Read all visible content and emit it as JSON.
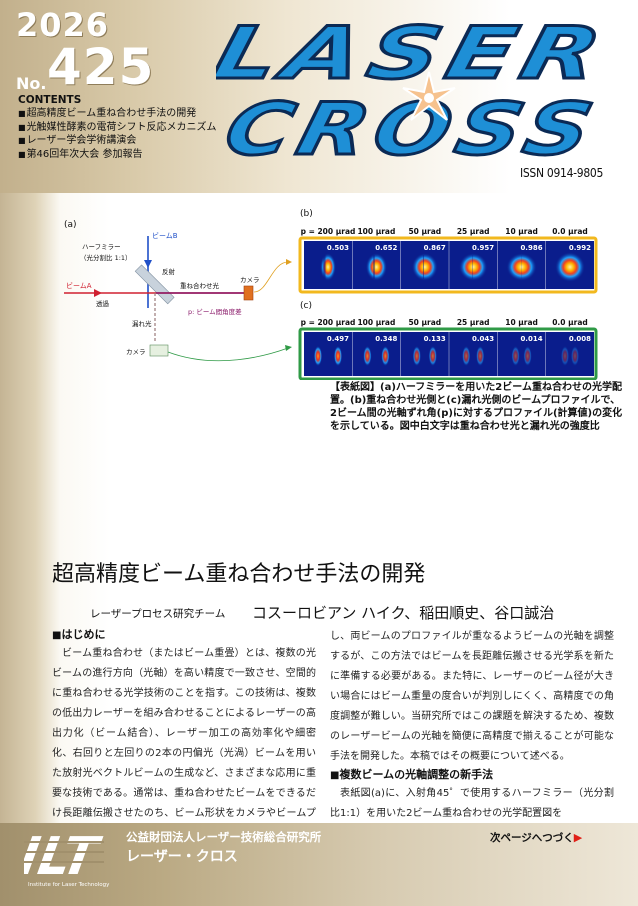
{
  "masthead": {
    "year": "2026",
    "issue_prefix": "No.",
    "issue_number": "425",
    "brand_top": "LASER",
    "brand_bottom": "CROSS",
    "issn": "ISSN 0914-9805",
    "colors": {
      "brand_blue": "#1e8fd6",
      "brand_outline": "#0b2a55",
      "star": "#f6c28e"
    }
  },
  "contents": {
    "heading": "CONTENTS",
    "items": [
      "超高精度ビーム重ね合わせ手法の開発",
      "光触媒性酵素の電荷シフト反応メカニズム",
      "レーザー学会学術講演会",
      "第46回年次大会 参加報告"
    ]
  },
  "figure": {
    "panel_a": {
      "label": "(a)",
      "beam_b": "ビームB",
      "half_mirror": "ハーフミラー",
      "split_ratio": "（光分割比 1:1）",
      "reflect": "反射",
      "combined": "重ね合わせ光",
      "camera_top": "カメラ",
      "beam_a": "ビームA",
      "transmit": "透過",
      "angle": "p: ビーム間角度差",
      "leak": "漏れ光",
      "camera_bottom": "カメラ"
    },
    "panel_b": {
      "label": "(b)",
      "angles": [
        "p = 200 μrad",
        "100 μrad",
        "50 μrad",
        "25 μrad",
        "10 μrad",
        "0.0 μrad"
      ],
      "values": [
        "0.503",
        "0.652",
        "0.867",
        "0.957",
        "0.986",
        "0.992"
      ],
      "frame_color": "#f2b81e"
    },
    "panel_c": {
      "label": "(c)",
      "angles": [
        "p = 200 μrad",
        "100 μrad",
        "50 μrad",
        "25 μrad",
        "10 μrad",
        "0.0 μrad"
      ],
      "values": [
        "0.497",
        "0.348",
        "0.133",
        "0.043",
        "0.014",
        "0.008"
      ],
      "frame_color": "#2f9a46"
    },
    "caption": "【表紙図】(a)ハーフミラーを用いた2ビーム重ね合わせの光学配置。(b)重ね合わせ光側と(c)漏れ光側のビームプロファイルで、2ビーム間の光軸ずれ角(p)に対するプロファイル(計算値)の変化を示している。図中白文字は重ね合わせ光と漏れ光の強度比"
  },
  "article": {
    "title": "超高精度ビーム重ね合わせ手法の開発",
    "team": "レーザープロセス研究チーム",
    "authors": "コスーロビアン ハイク、稲田順史、谷口誠治",
    "sec1_heading": "はじめに",
    "sec1_p1": "ビーム重ね合わせ（またはビーム重畳）とは、複数の光ビームの進行方向（光軸）を高い精度で一致させ、空間的に重ね合わせる光学技術のことを指す。この技術は、複数の低出力レーザーを組み合わせることによるレーザーの高出力化（ビーム結合）、レーザー加工の高効率化や細密化、右回りと左回りの2本の円偏光（光渦）ビームを用いた放射光ベクトルビームの生成など、さまざまな応用に重要な技術である。通常は、重ね合わせたビームをできるだけ長距離伝搬させたのち、ビーム形状をカメラやビームプロファイラなどにより観測",
    "sec1_p2": "し、両ビームのプロファイルが重なるようビームの光軸を調整するが、この方法ではビームを長距離伝搬させる光学系を新たに準備する必要がある。また特に、レーザーのビーム径が大きい場合にはビーム重量の度合いが判別しにくく、高精度での角度調整が難しい。当研究所ではこの課題を解決するため、複数のレーザービームの光軸を簡便に高精度で揃えることが可能な手法を開発した。本稿ではその概要について述べる。",
    "sec2_heading": "複数ビームの光軸調整の新手法",
    "sec2_p1": "表紙図(a)に、入射角45゜で使用するハーフミラー（光分割比1:1）を用いた2ビーム重ね合わせの光学配置図を"
  },
  "footer": {
    "logo_text": "ILT",
    "logo_tagline": "Institute for Laser Technology",
    "org": "公益財団法人レーザー技術総合研究所",
    "publication": "レーザー・クロス",
    "next_page": "次ページへつづく",
    "next_arrow": "▶"
  }
}
